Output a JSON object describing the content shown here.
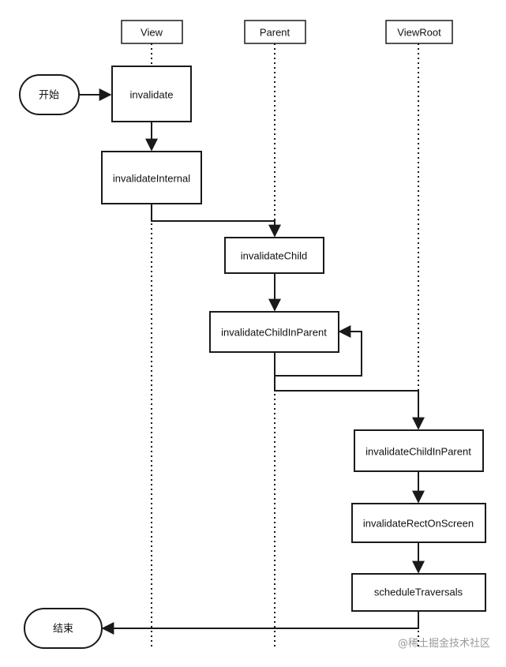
{
  "lanes": {
    "view": "View",
    "parent": "Parent",
    "viewroot": "ViewRoot"
  },
  "terminals": {
    "start": "开始",
    "end": "结束"
  },
  "nodes": {
    "invalidate": "invalidate",
    "invalidate_internal": "invalidateInternal",
    "invalidate_child": "invalidateChild",
    "invalidate_child_in_parent_parent": "invalidateChildInParent",
    "invalidate_child_in_parent_root": "invalidateChildInParent",
    "invalidate_rect_on_screen": "invalidateRectOnScreen",
    "schedule_traversals": "scheduleTraversals"
  },
  "watermark": "@稀土掘金技术社区",
  "colors": {
    "stroke": "#1a1a1a",
    "text": "#111111",
    "background": "#ffffff",
    "watermark": "#9a9a9a"
  }
}
